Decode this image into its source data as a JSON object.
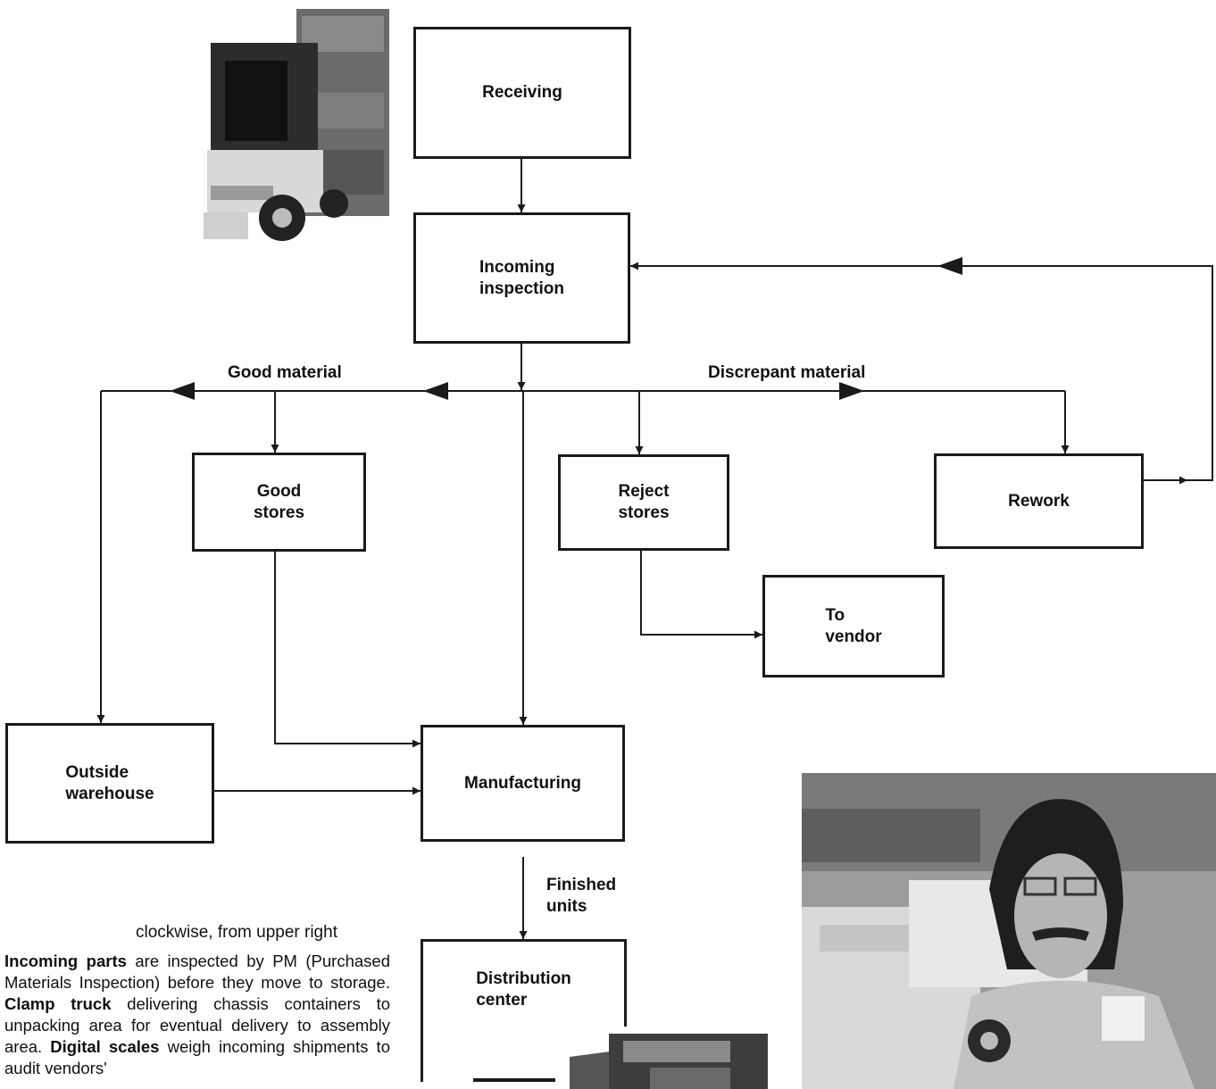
{
  "nodes": {
    "receiving": "Receiving",
    "incoming_inspection": "Incoming\ninspection",
    "good_stores": "Good\nstores",
    "reject_stores": "Reject\nstores",
    "rework": "Rework",
    "to_vendor": "To\nvendor",
    "outside_warehouse": "Outside\nwarehouse",
    "manufacturing": "Manufacturing",
    "distribution_center": "Distribution\ncenter"
  },
  "edge_labels": {
    "good_material": "Good material",
    "discrepant_material": "Discrepant material",
    "finished_units": "Finished\nunits"
  },
  "caption": {
    "heading": "clockwise, from upper right",
    "parts": [
      {
        "text": "Incoming parts",
        "bold": true
      },
      {
        "text": " are inspected by PM (Purchased Materials Inspection) before they move to storage. ",
        "bold": false
      },
      {
        "text": "Clamp truck",
        "bold": true
      },
      {
        "text": " delivering chassis containers to unpacking area for eventual delivery to assembly area. ",
        "bold": false
      },
      {
        "text": "Digital scales",
        "bold": true
      },
      {
        "text": " weigh incoming shipments to audit vendors'",
        "bold": false
      }
    ]
  },
  "photos": {
    "forklift": "forklift-clamp-truck-photo",
    "inspector": "inspector-photo",
    "scale": "digital-scale-photo"
  }
}
